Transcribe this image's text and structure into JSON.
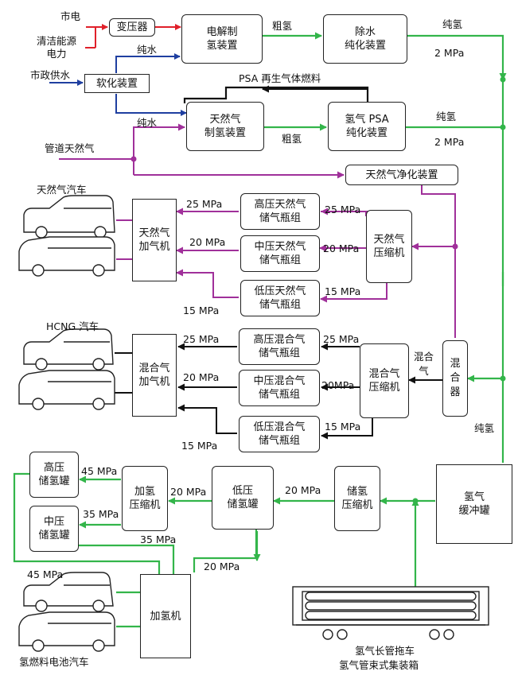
{
  "sources": {
    "grid": "市电",
    "clean_power": [
      "清洁能源",
      "电力"
    ],
    "municipal_water": "市政供水",
    "pipeline_gas": "管道天然气"
  },
  "boxes": {
    "transformer": "变压器",
    "electrolyzer": [
      "电解制",
      "氢装置"
    ],
    "dewater": [
      "除水",
      "纯化装置"
    ],
    "softener": "软化装置",
    "ng_reformer": [
      "天然气",
      "制氢装置"
    ],
    "h2_psa": [
      "氢气 PSA",
      "纯化装置"
    ],
    "ng_purifier": "天然气净化装置",
    "ng_hp_storage": [
      "高压天然气",
      "储气瓶组"
    ],
    "ng_mp_storage": [
      "中压天然气",
      "储气瓶组"
    ],
    "ng_lp_storage": [
      "低压天然气",
      "储气瓶组"
    ],
    "ng_dispenser": [
      "天然气",
      "加气机"
    ],
    "ng_compressor": [
      "天然气",
      "压缩机"
    ],
    "mix_hp_storage": [
      "高压混合气",
      "储气瓶组"
    ],
    "mix_mp_storage": [
      "中压混合气",
      "储气瓶组"
    ],
    "mix_lp_storage": [
      "低压混合气",
      "储气瓶组"
    ],
    "mix_dispenser": [
      "混合气",
      "加气机"
    ],
    "mix_compressor": [
      "混合气",
      "压缩机"
    ],
    "mixer": [
      "混",
      "合",
      "器"
    ],
    "h2_buffer": [
      "氢气",
      "缓冲罐"
    ],
    "h2_hp_tank": [
      "高压",
      "储氢罐"
    ],
    "h2_mp_tank": [
      "中压",
      "储氢罐"
    ],
    "h2_booster": [
      "加氢",
      "压缩机"
    ],
    "h2_lp_tank": [
      "低压",
      "储氢罐"
    ],
    "h2_storage_compressor": [
      "储氢",
      "压缩机"
    ],
    "h2_dispenser": "加氢机"
  },
  "labels": {
    "pure_water_1": "纯水",
    "pure_water_2": "纯水",
    "crude_h2_1": "粗氢",
    "crude_h2_2": "粗氢",
    "pure_h2_1": "纯氢",
    "p2mpa_1": "2 MPa",
    "pure_h2_2": "纯氢",
    "p2mpa_2": "2 MPa",
    "psa_regen": "PSA 再生气体燃料",
    "ng_vehicles": "天然气汽车",
    "ng_25a": "25 MPa",
    "ng_25b": "25 MPa",
    "ng_20a": "20 MPa",
    "ng_20b": "20 MPa",
    "ng_15a": "15 MPa",
    "ng_15b": "15 MPa",
    "hcng_vehicles": "HCNG 汽车",
    "mix_25a": "25 MPa",
    "mix_25b": "25 MPa",
    "mix_20a": "20 MPa",
    "mix_20b": "20MPa",
    "mix_15a": "15 MPa",
    "mix_15b": "15 MPa",
    "mixed_gas": [
      "混合",
      "气"
    ],
    "pure_h2_3": "纯氢",
    "h2_45a": "45 MPa",
    "h2_35a": "35 MPa",
    "h2_35b": "35 MPa",
    "h2_20a": "20 MPa",
    "h2_20b": "20 MPa",
    "h2_20c": "20 MPa",
    "h2_45b": "45 MPa",
    "fcev": "氢燃料电池汽车",
    "tube_trailer": "氢气长管拖车",
    "tube_container": "氢气管束式集装箱"
  },
  "colors": {
    "power": "#e0202a",
    "water": "#1f3fa0",
    "hydrogen": "#33b54a",
    "natural_gas": "#a0309a",
    "mixed_gas": "#111111"
  }
}
